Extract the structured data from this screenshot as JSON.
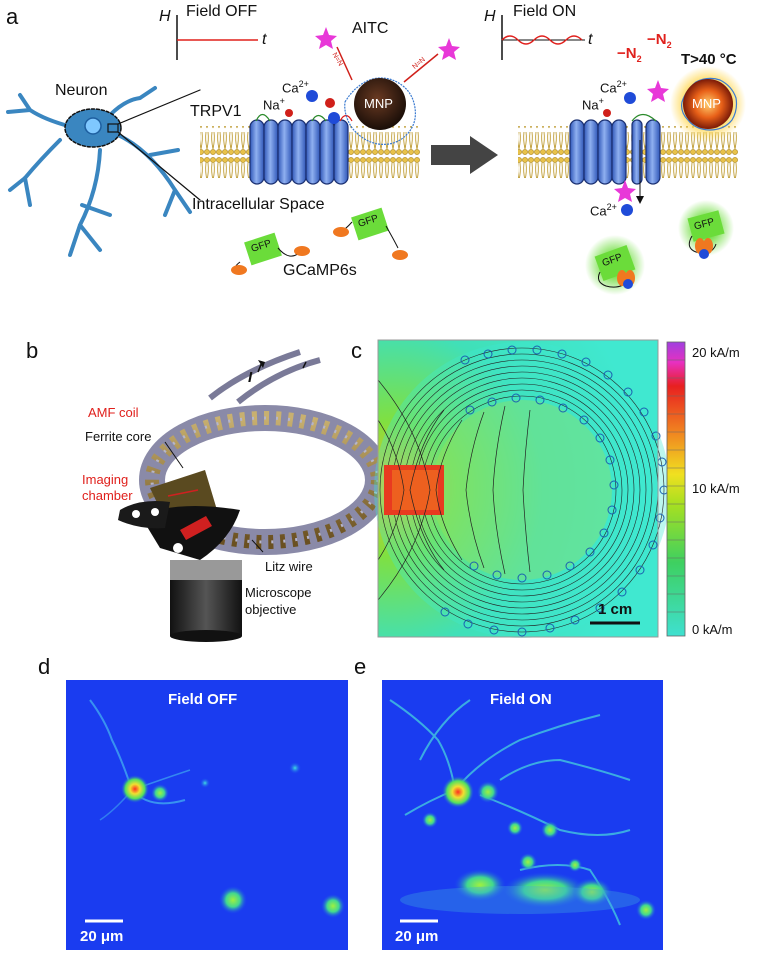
{
  "panels": {
    "a": "a",
    "b": "b",
    "c": "c",
    "d": "d",
    "e": "e"
  },
  "panel_a": {
    "field_off": "Field OFF",
    "field_on": "Field ON",
    "axis_h": "H",
    "axis_t": "t",
    "neuron": "Neuron",
    "aitc": "AITC",
    "trpv1": "TRPV1",
    "ca": "Ca",
    "ca_sup": "2+",
    "na": "Na",
    "na_sup": "+",
    "mnp": "MNP",
    "intracellular": "Intracellular Space",
    "gfp": "GFP",
    "gcamp": "GCaMP6s",
    "n2": "−N",
    "n2_sub": "2",
    "temp": "T>40 °C",
    "azo": "N=N"
  },
  "panel_b": {
    "current": "I",
    "amf_coil": "AMF coil",
    "ferrite": "Ferrite core",
    "imaging": "Imaging",
    "chamber": "chamber",
    "litz": "Litz wire",
    "microscope": "Microscope",
    "objective": "objective"
  },
  "panel_c": {
    "scale": "1 cm",
    "colorbar": [
      "20 kA/m",
      "10 kA/m",
      "0 kA/m"
    ]
  },
  "panel_d": {
    "title": "Field OFF",
    "scale": "20 μm"
  },
  "panel_e": {
    "title": "Field ON",
    "scale": "20 μm"
  }
}
